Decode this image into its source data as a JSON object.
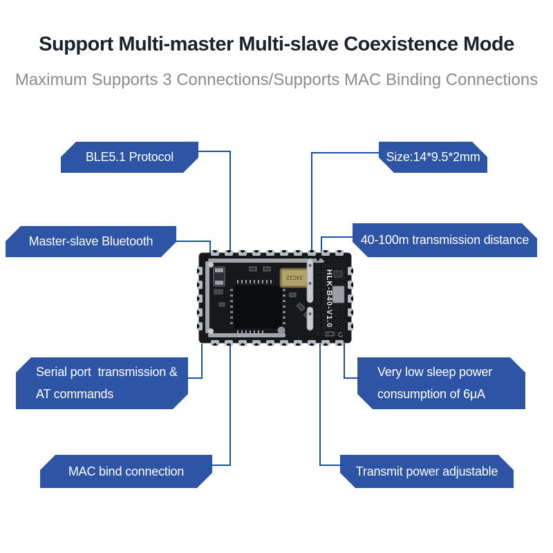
{
  "header": {
    "title": "Support Multi-master Multi-slave Coexistence Mode",
    "subtitle": "Maximum Supports 3 Connections/Supports MAC Binding Connections"
  },
  "colors": {
    "callout_blue": "#2e55a5",
    "line_blue": "#1b4fa1",
    "title_color": "#1d212b",
    "subtitle_gray": "#8b8b8b"
  },
  "module": {
    "silkscreen_label": "HLK-B40-V1.0",
    "crystal_label": "24C12"
  },
  "callouts": {
    "left": [
      {
        "label": "BLE5.1 Protocol"
      },
      {
        "label": "Master-slave Bluetooth"
      },
      {
        "lines": [
          "Serial port  transmission &",
          "AT commands"
        ]
      },
      {
        "label": "MAC bind connection"
      }
    ],
    "right": [
      {
        "label": "Size:14*9.5*2mm"
      },
      {
        "label": "40-100m transmission distance"
      },
      {
        "lines": [
          "Very low sleep power",
          "consumption of 6μA"
        ]
      },
      {
        "label": "Transmit power adjustable"
      }
    ]
  }
}
